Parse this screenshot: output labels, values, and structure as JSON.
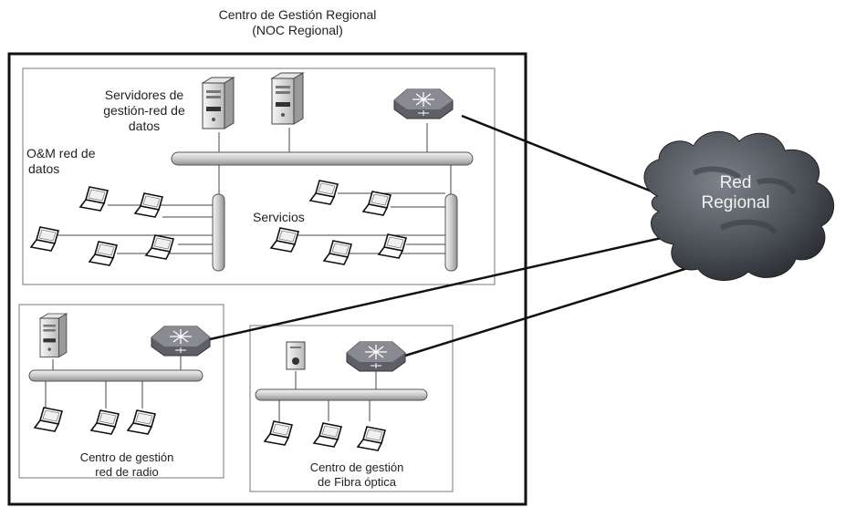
{
  "title": {
    "line1": "Centro de Gestión Regional",
    "line2": "(NOC  Regional)"
  },
  "main_box": {
    "servers_label": [
      "Servidores de",
      "gestión-red de",
      "datos"
    ],
    "om_label": [
      "O&M red de",
      "datos"
    ],
    "services_label": "Servicios"
  },
  "cloud": {
    "line1": "Red",
    "line2": "Regional"
  },
  "radio_box": {
    "label_line1": "Centro de gestión",
    "label_line2": "red de radio"
  },
  "fiber_box": {
    "label_line1": "Centro de gestión",
    "label_line2": "de Fibra óptica"
  },
  "colors": {
    "bus": "#c9ccc9",
    "router": "#6d6d76",
    "cloud": "#4a4e55",
    "link": "#111111"
  }
}
